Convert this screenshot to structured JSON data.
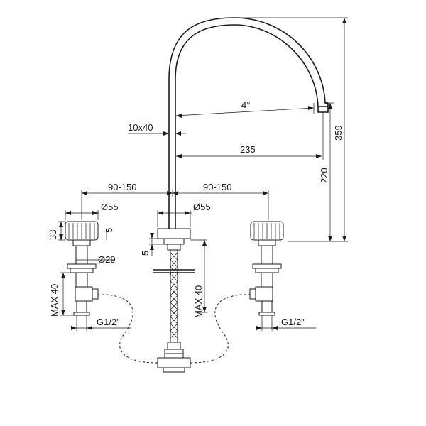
{
  "dimensions": {
    "angle": "4°",
    "stem": "10x40",
    "reach": "235",
    "height_spout": "220",
    "height_total": "359",
    "spacing_left": "90-150",
    "spacing_right": "90-150",
    "dia_handle_left": "Ø55",
    "dia_spout_base": "Ø55",
    "handle_height": "33",
    "handle_step": "5",
    "base_step": "5",
    "dia_shank": "Ø29",
    "max_left": "MAX 40",
    "max_center": "MAX 40",
    "thread_left": "G1/2\"",
    "thread_right": "G1/2\""
  }
}
